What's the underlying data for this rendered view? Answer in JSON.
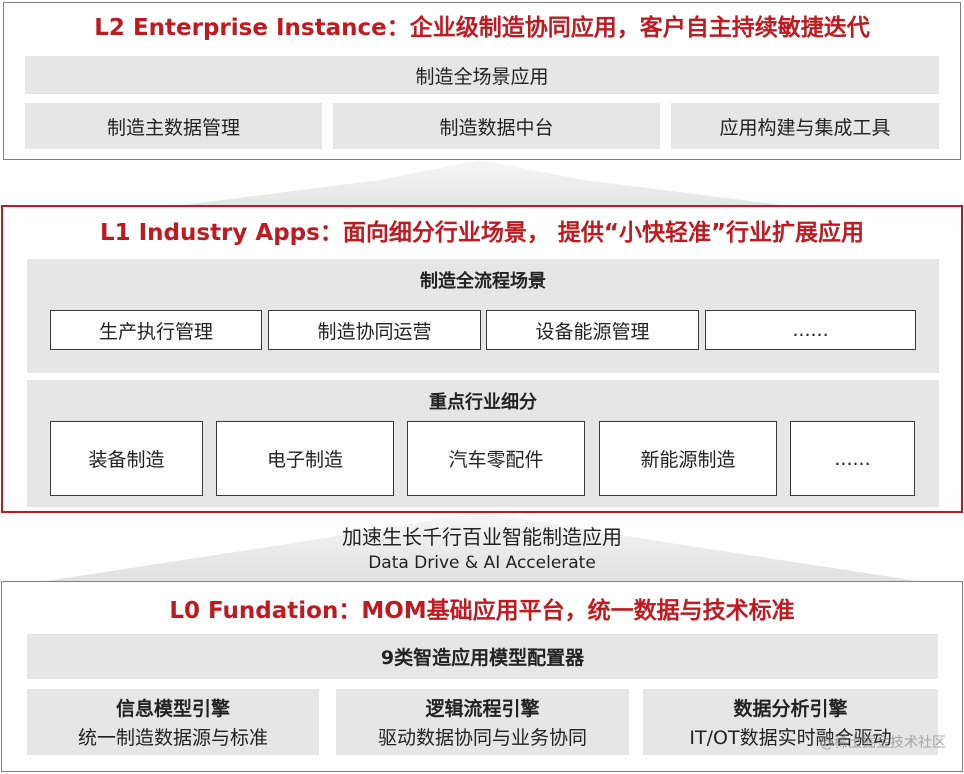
{
  "l2": {
    "title": "L2 Enterprise Instance：企业级制造协同应用，客户自主持续敏捷迭代",
    "full_scene": "制造全场景应用",
    "boxes": [
      "制造主数据管理",
      "制造数据中台",
      "应用构建与集成工具"
    ]
  },
  "l1": {
    "title": "L1 Industry Apps：面向细分行业场景， 提供“小快轻准”行业扩展应用",
    "process": {
      "title": "制造全流程场景",
      "items": [
        "生产执行管理",
        "制造协同运营",
        "设备能源管理",
        "......"
      ]
    },
    "industry": {
      "title": "重点行业细分",
      "items": [
        "装备制造",
        "电子制造",
        "汽车零配件",
        "新能源制造",
        "......"
      ]
    }
  },
  "middle": {
    "line1": "加速生长千行百业智能制造应用",
    "line2": "Data Drive & AI Accelerate"
  },
  "l0": {
    "title": "L0 Fundation：MOM基础应用平台，统一数据与技术标准",
    "configurator": "9类智造应用模型配置器",
    "engines": [
      {
        "title": "信息模型引擎",
        "desc": "统一制造数据源与标准"
      },
      {
        "title": "逻辑流程引擎",
        "desc": "驱动数据协同与业务协同"
      },
      {
        "title": "数据分析引擎",
        "desc": "IT/OT数据实时融合驱动"
      }
    ]
  },
  "watermark": "@稀土掘金技术社区",
  "colors": {
    "accent": "#c0191f",
    "box_gray": "#e6e6e6",
    "border_gray": "#7f7f7f"
  }
}
